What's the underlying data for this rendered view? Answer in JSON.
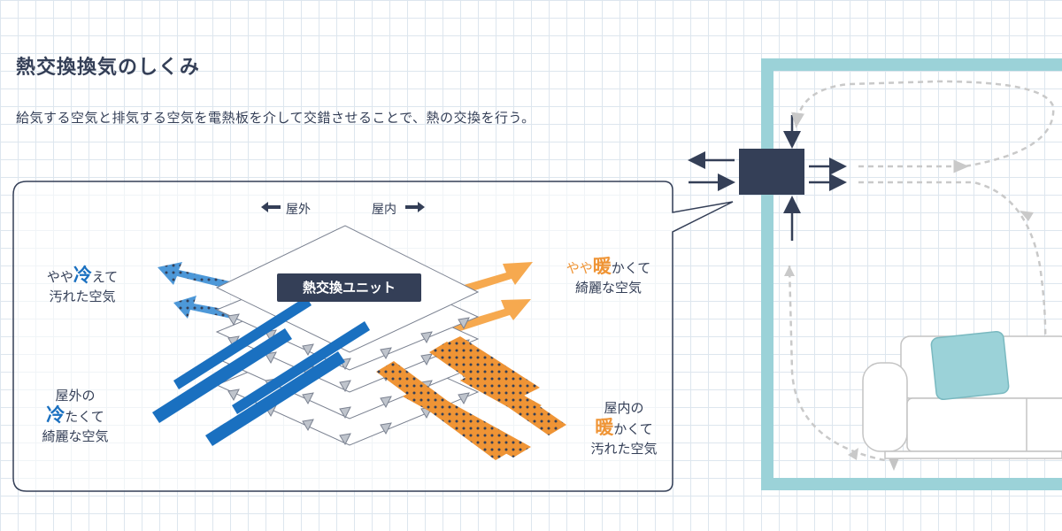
{
  "title": "熱交換換気のしくみ",
  "description": "給気する空気と排気する空気を電熱板を介して交錯させることで、熱の交換を行う。",
  "directions": {
    "outside": "屋外",
    "inside": "屋内"
  },
  "unit_label": "熱交換ユニット",
  "labels": {
    "exhaust_out": {
      "prefix": "やや",
      "big": "冷",
      "suffix": "えて",
      "line2": "汚れた空気"
    },
    "supply_in": {
      "line1": "屋外の",
      "big": "冷",
      "suffix": "たくて",
      "line3": "綺麗な空気"
    },
    "supply_out": {
      "prefix": "やや",
      "big": "暖",
      "suffix": "かくて",
      "line2": "綺麗な空気"
    },
    "exhaust_in": {
      "line1": "屋内の",
      "big": "暖",
      "suffix": "かくて",
      "line3": "汚れた空気"
    }
  },
  "colors": {
    "navy": "#343f57",
    "blue": "#1a70c0",
    "light_blue": "#4d98d8",
    "orange": "#ef9435",
    "light_orange": "#f6a94f",
    "room_wall": "#9bd2d8",
    "grid": "#dde6ee"
  },
  "icons": [
    "arrow-left-icon",
    "arrow-right-icon",
    "sofa-icon",
    "cushion-icon"
  ]
}
